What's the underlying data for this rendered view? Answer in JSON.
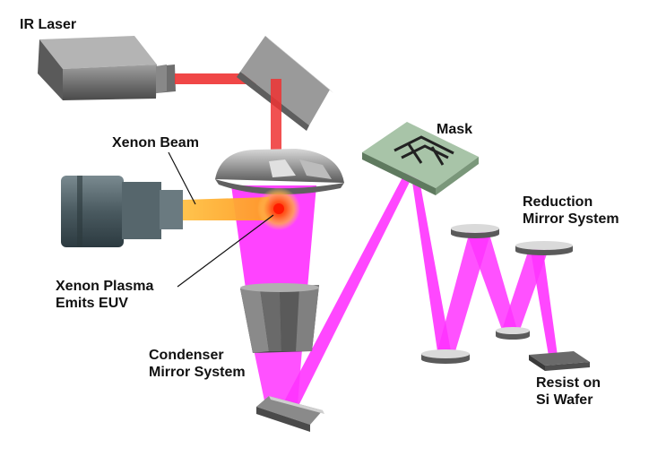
{
  "labels": {
    "ir_laser": "IR Laser",
    "xenon_beam": "Xenon Beam",
    "xenon_plasma_line1": "Xenon Plasma",
    "xenon_plasma_line2": "Emits EUV",
    "mask": "Mask",
    "reduction_line1": "Reduction",
    "reduction_line2": "Mirror System",
    "condenser_line1": "Condenser",
    "condenser_line2": "Mirror System",
    "resist_line1": "Resist on",
    "resist_line2": "Si Wafer"
  },
  "colors": {
    "euv_beam": "#ff33ff",
    "ir_beam": "#ee3333",
    "xenon_jet": "#ffaa22",
    "metal_gray": "#8c8c8c",
    "mask_green": "#a8c4a8"
  }
}
